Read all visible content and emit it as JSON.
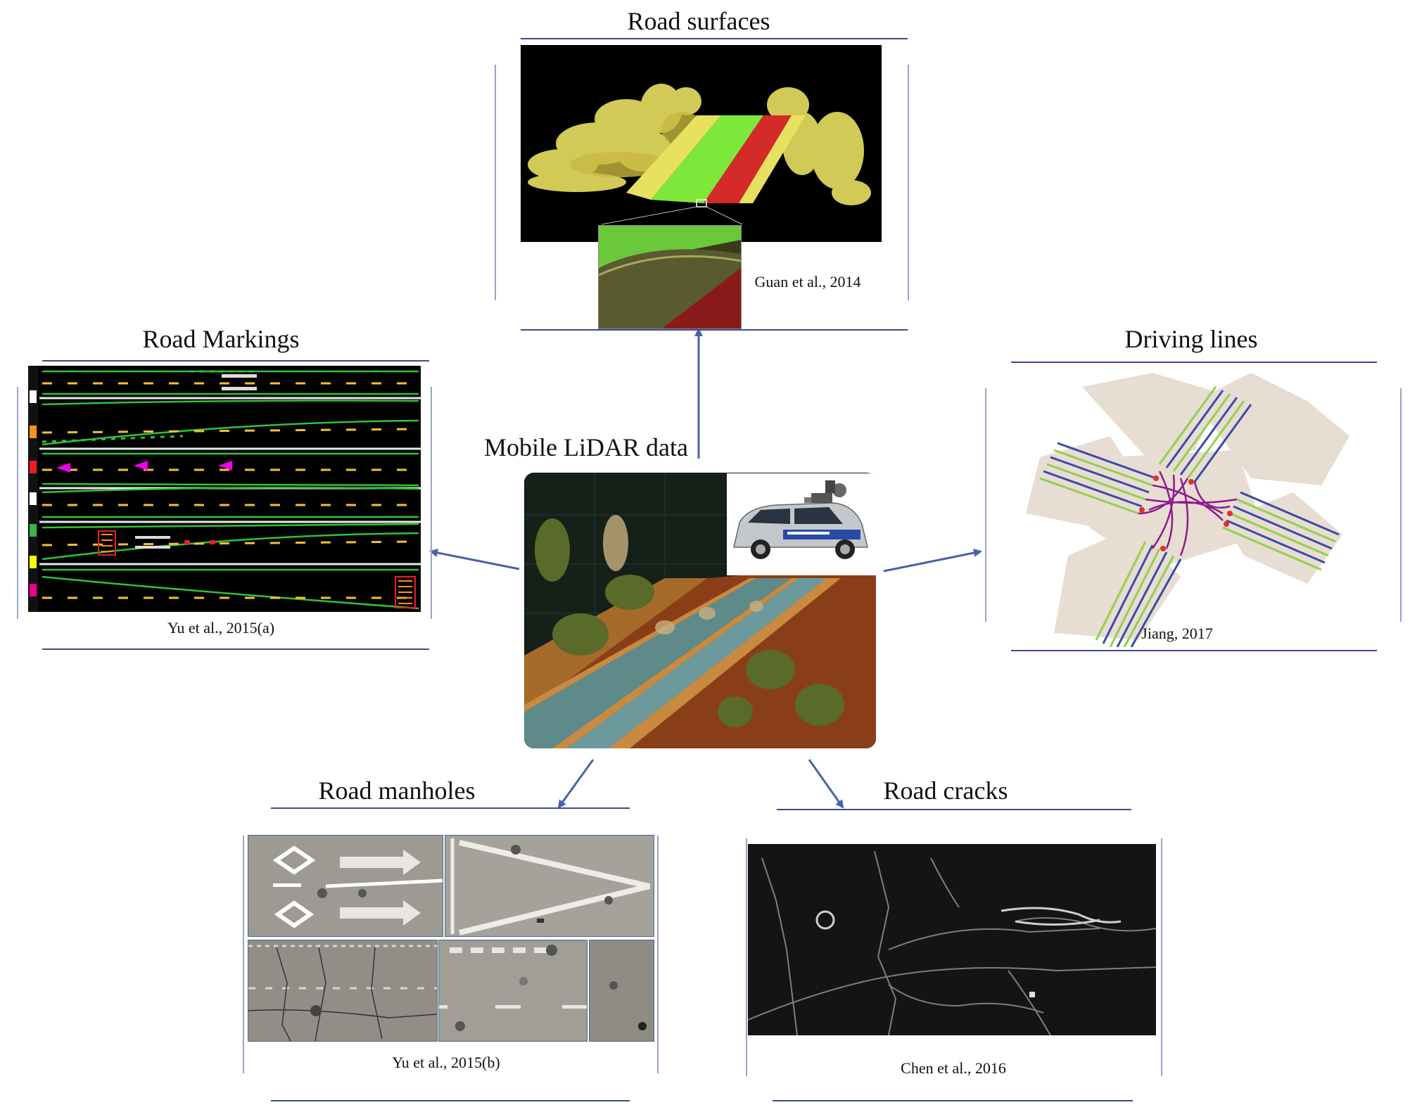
{
  "center": {
    "title": "Mobile LiDAR data"
  },
  "road_surfaces": {
    "title": "Road surfaces",
    "caption": "Guan et al., 2014"
  },
  "road_markings": {
    "title": "Road Markings",
    "caption": "Yu et al., 2015(a)",
    "legend_colors": [
      "#ffffff",
      "#f7941d",
      "#ed1c24",
      "#ffffff",
      "#39b54a",
      "#ffff00",
      "#ec008c",
      "#ec008c"
    ]
  },
  "driving_lines": {
    "title": "Driving lines",
    "caption": "Jiang, 2017"
  },
  "road_manholes": {
    "title": "Road manholes",
    "caption": "Yu et al., 2015(b)"
  },
  "road_cracks": {
    "title": "Road cracks",
    "caption": "Chen et al., 2016"
  },
  "colors": {
    "arrow": "#4a62a8",
    "frame_line": "#3a4a8a",
    "surface_green": "#7ee83a",
    "surface_red": "#d42a2a",
    "surface_yellow": "#e8e060",
    "marking_green": "#2fc23a",
    "marking_yellow": "#f2c230",
    "driving_purple": "#8e1a8e",
    "driving_green": "#8fd14f",
    "driving_blue": "#3a4aa8"
  }
}
